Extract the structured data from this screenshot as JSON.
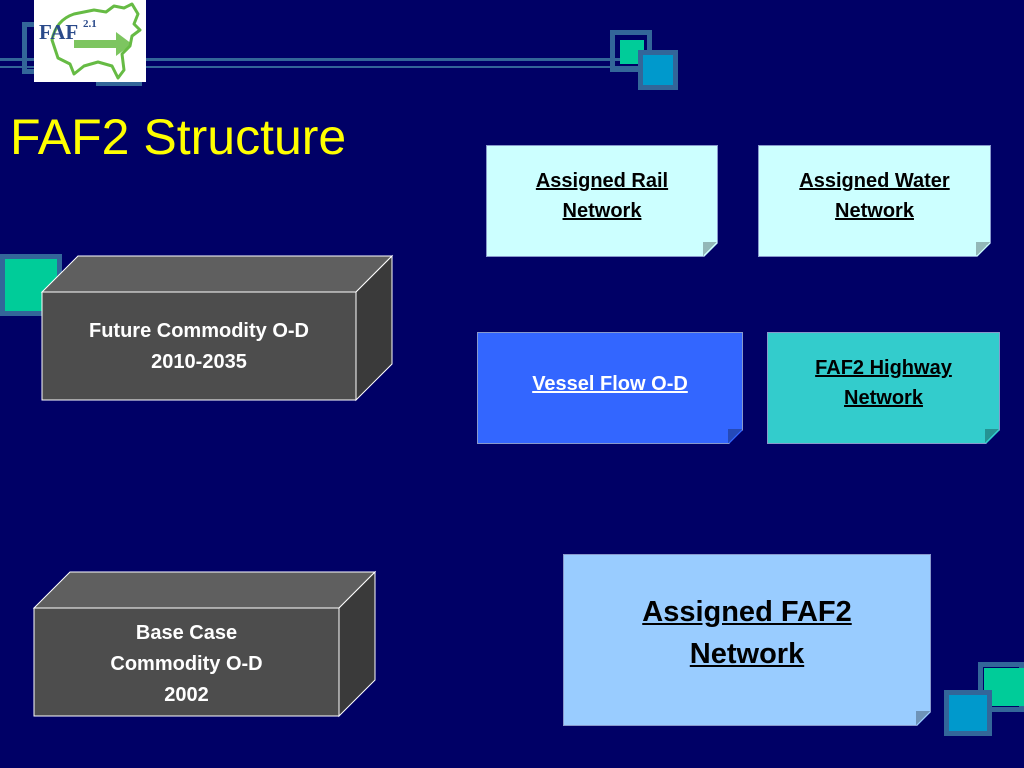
{
  "slide": {
    "title": "FAF2 Structure",
    "logo": {
      "text": "FAF",
      "superscript": "2.1"
    }
  },
  "boxes": [
    {
      "id": "future",
      "lines": [
        "Future Commodity O-D",
        "2010-2035"
      ]
    },
    {
      "id": "base",
      "lines": [
        "Base Case",
        "Commodity O-D",
        "2002"
      ]
    }
  ],
  "notes": [
    {
      "id": "rail",
      "lines": [
        "Assigned Rail",
        "Network"
      ],
      "color": "#ccffff",
      "text_color": "#000000"
    },
    {
      "id": "water",
      "lines": [
        "Assigned Water",
        "Network"
      ],
      "color": "#ccffff",
      "text_color": "#000000"
    },
    {
      "id": "vessel",
      "lines": [
        "Vessel Flow O-D"
      ],
      "color": "#3366ff",
      "text_color": "#ffffff"
    },
    {
      "id": "highway",
      "lines": [
        "FAF2 Highway",
        "Network"
      ],
      "color": "#33cccc",
      "text_color": "#000000"
    },
    {
      "id": "assigned",
      "lines": [
        "Assigned FAF2",
        "Network"
      ],
      "color": "#99ccff",
      "text_color": "#000000"
    }
  ],
  "colors": {
    "background": "#000066",
    "title": "#ffff00",
    "accent_teal": "#00cc99",
    "accent_blue": "#0099cc",
    "outline": "#336699",
    "box_front": "#4d4d4d",
    "box_top": "#5f5f5f",
    "box_side": "#3a3a3a"
  }
}
